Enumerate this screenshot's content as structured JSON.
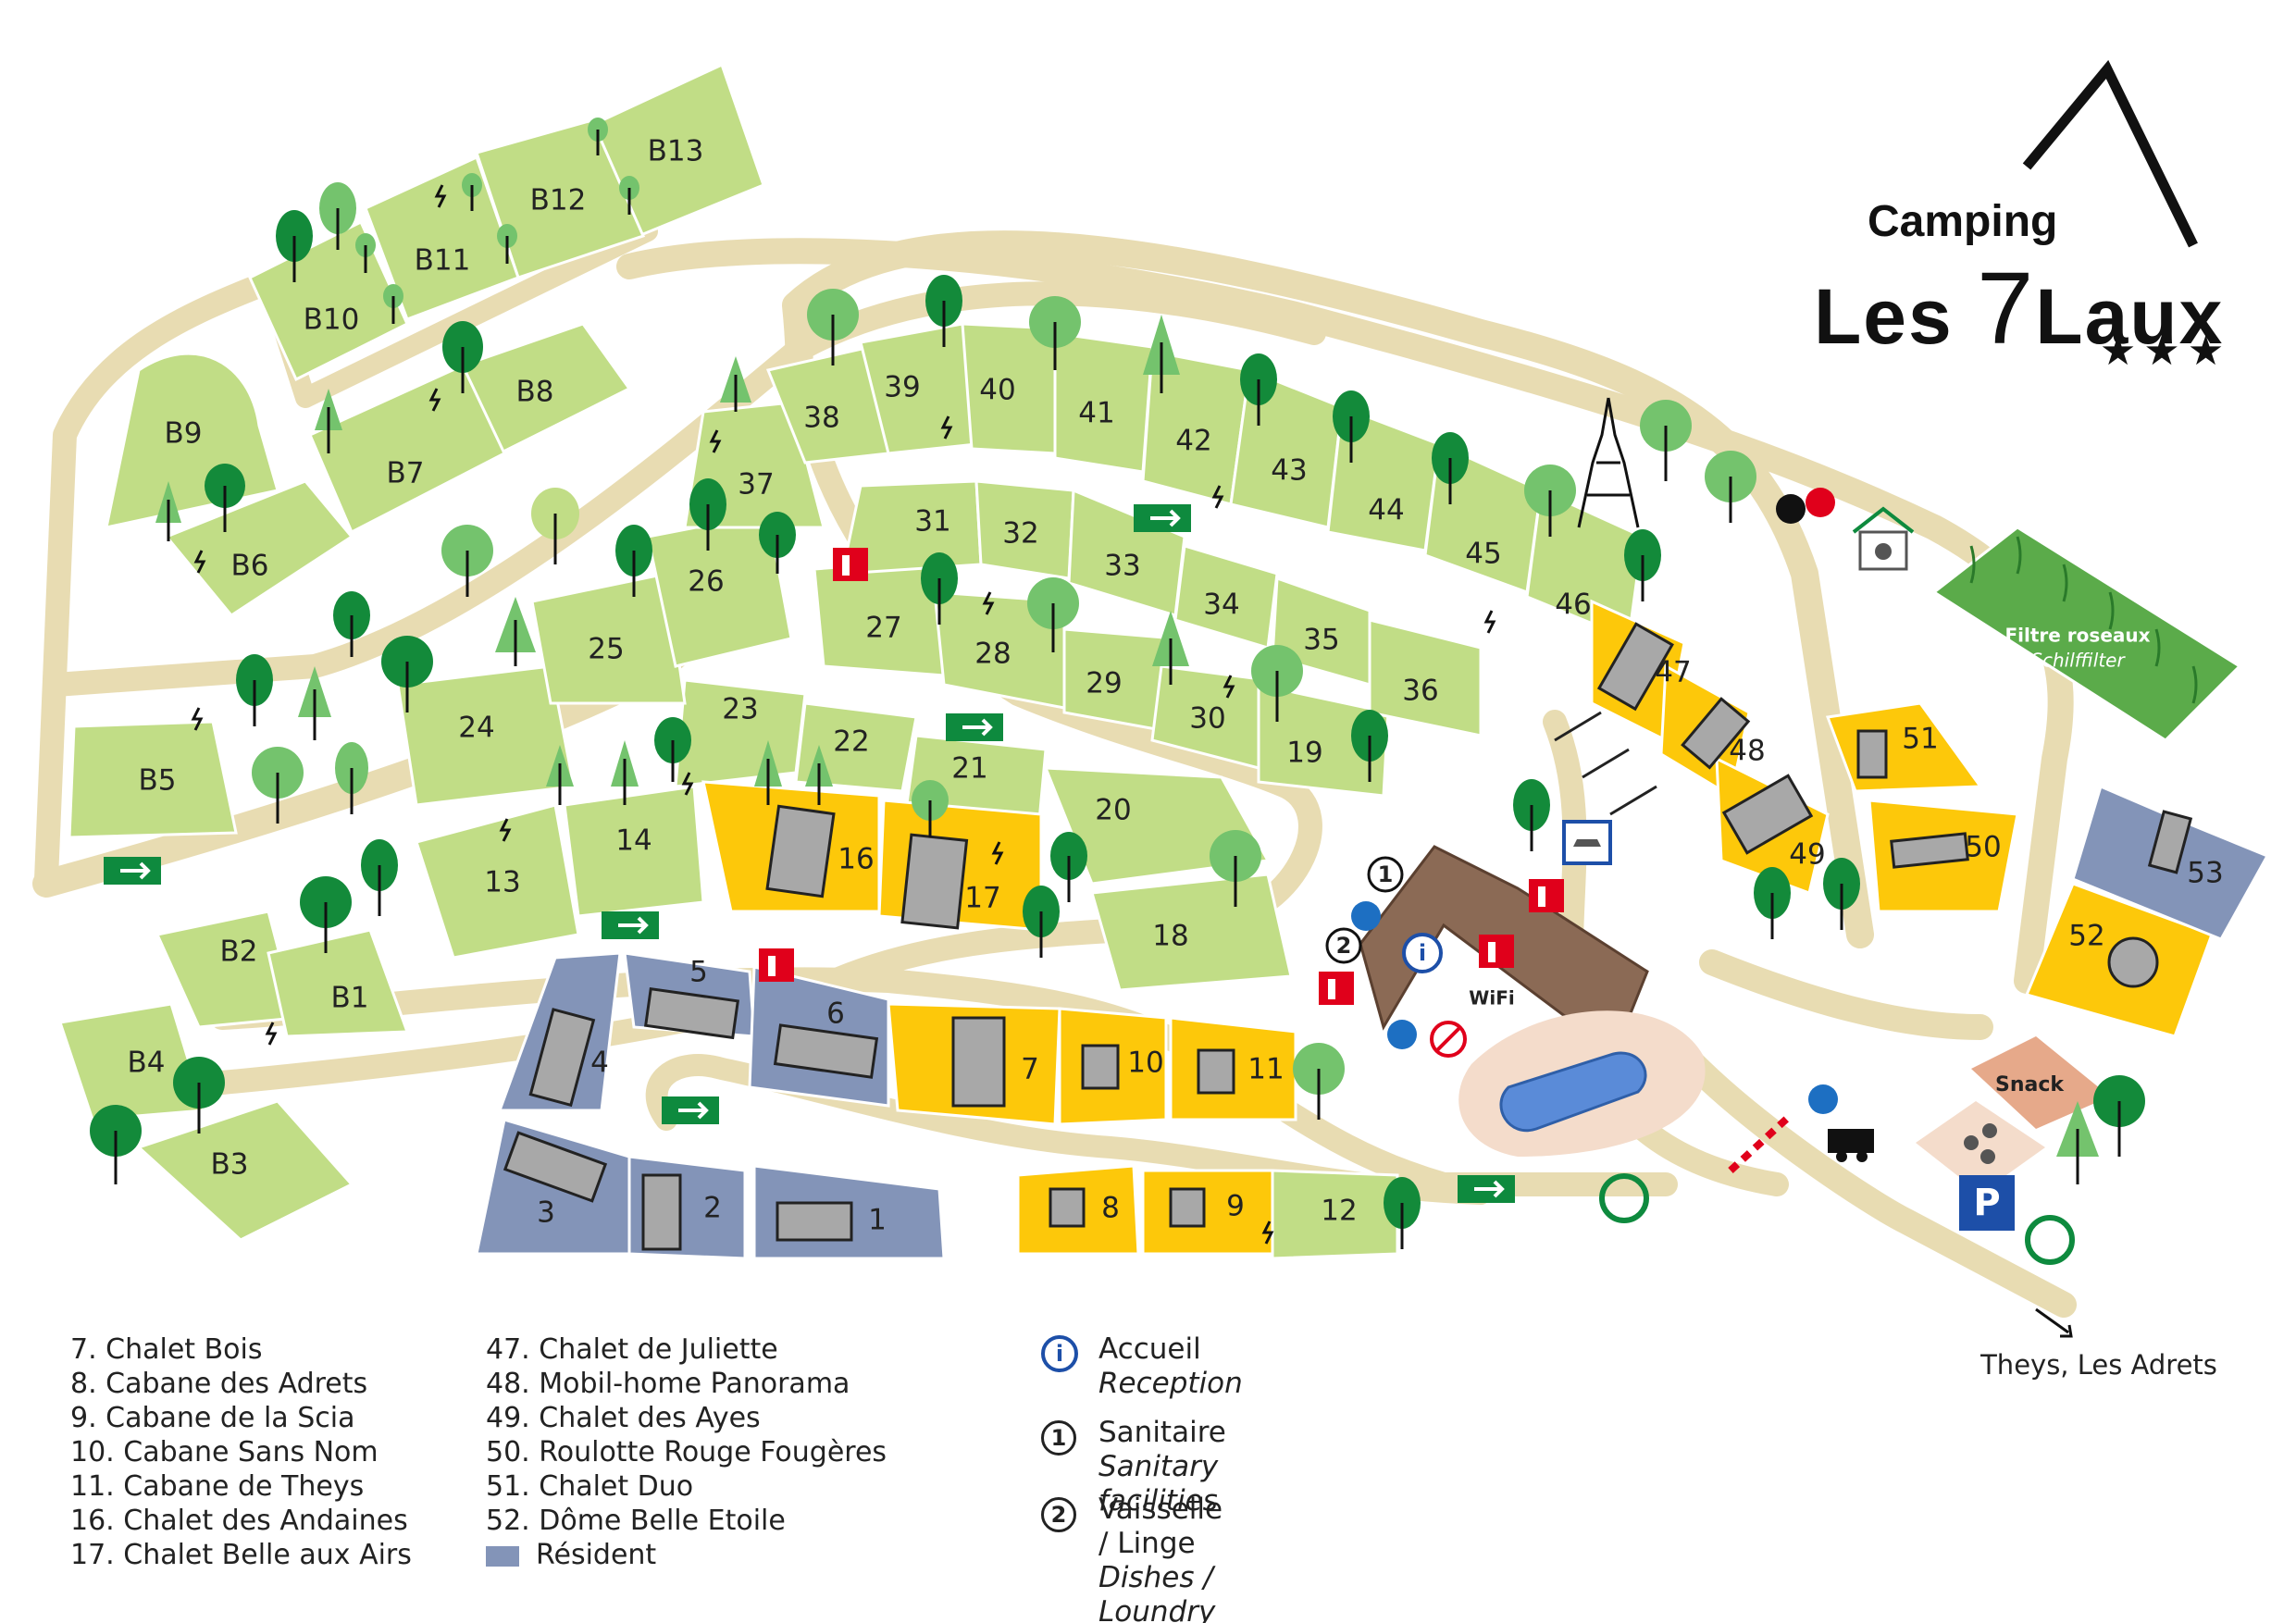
{
  "logo": {
    "line1": "Camping",
    "line2a": "Les",
    "line2b": "7",
    "line2c": "Laux",
    "stars": "★★★"
  },
  "colors": {
    "grass": "#c1dd86",
    "path": "#e8dcb2",
    "chalet": "#fdc80a",
    "resident": "#8394b8",
    "building": "#8b6a55",
    "pool": "#5a8bd8",
    "tree_dark": "#138a3a",
    "tree_light": "#74c36d"
  },
  "pitches": [
    "B13",
    "B12",
    "B11",
    "B10",
    "B9",
    "B8",
    "B7",
    "B6",
    "B5",
    "B4",
    "B3",
    "B2",
    "B1",
    "13",
    "14",
    "16",
    "17",
    "18",
    "20",
    "21",
    "22",
    "23",
    "24",
    "25",
    "26",
    "27",
    "28",
    "29",
    "30",
    "19",
    "31",
    "32",
    "33",
    "34",
    "35",
    "36",
    "37",
    "38",
    "39",
    "40",
    "41",
    "42",
    "43",
    "44",
    "45",
    "46",
    "47",
    "48",
    "49",
    "50",
    "51",
    "52",
    "53",
    "1",
    "2",
    "3",
    "4",
    "5",
    "6",
    "7",
    "8",
    "9",
    "10",
    "11",
    "12"
  ],
  "map_labels": {
    "filter_line1": "Filtre roseaux",
    "filter_line2": "Schilffilter",
    "snack": "Snack",
    "wifi": "WiFi",
    "direction": "Theys, Les Adrets",
    "info_symbol": "i",
    "badge1": "1",
    "badge2": "2",
    "parking": "P"
  },
  "legend_left": [
    "7. Chalet Bois",
    "8. Cabane des Adrets",
    "9. Cabane de la Scia",
    "10. Cabane Sans Nom",
    "11. Cabane de Theys",
    "16. Chalet des Andaines",
    "17. Chalet Belle aux Airs"
  ],
  "legend_mid": [
    "47. Chalet de Juliette",
    "48. Mobil-home Panorama",
    "49. Chalet des Ayes",
    "50. Roulotte Rouge Fougères",
    "51. Chalet Duo",
    "52. Dôme Belle Etoile"
  ],
  "legend_resident": "Résident",
  "services": {
    "reception_fr": "Accueil",
    "reception_en": "Reception",
    "sanitary_fr": "Sanitaire",
    "sanitary_en": "Sanitary facilities",
    "dishes_fr": "Vaisselle / Linge",
    "dishes_en": "Dishes / Loundry"
  }
}
